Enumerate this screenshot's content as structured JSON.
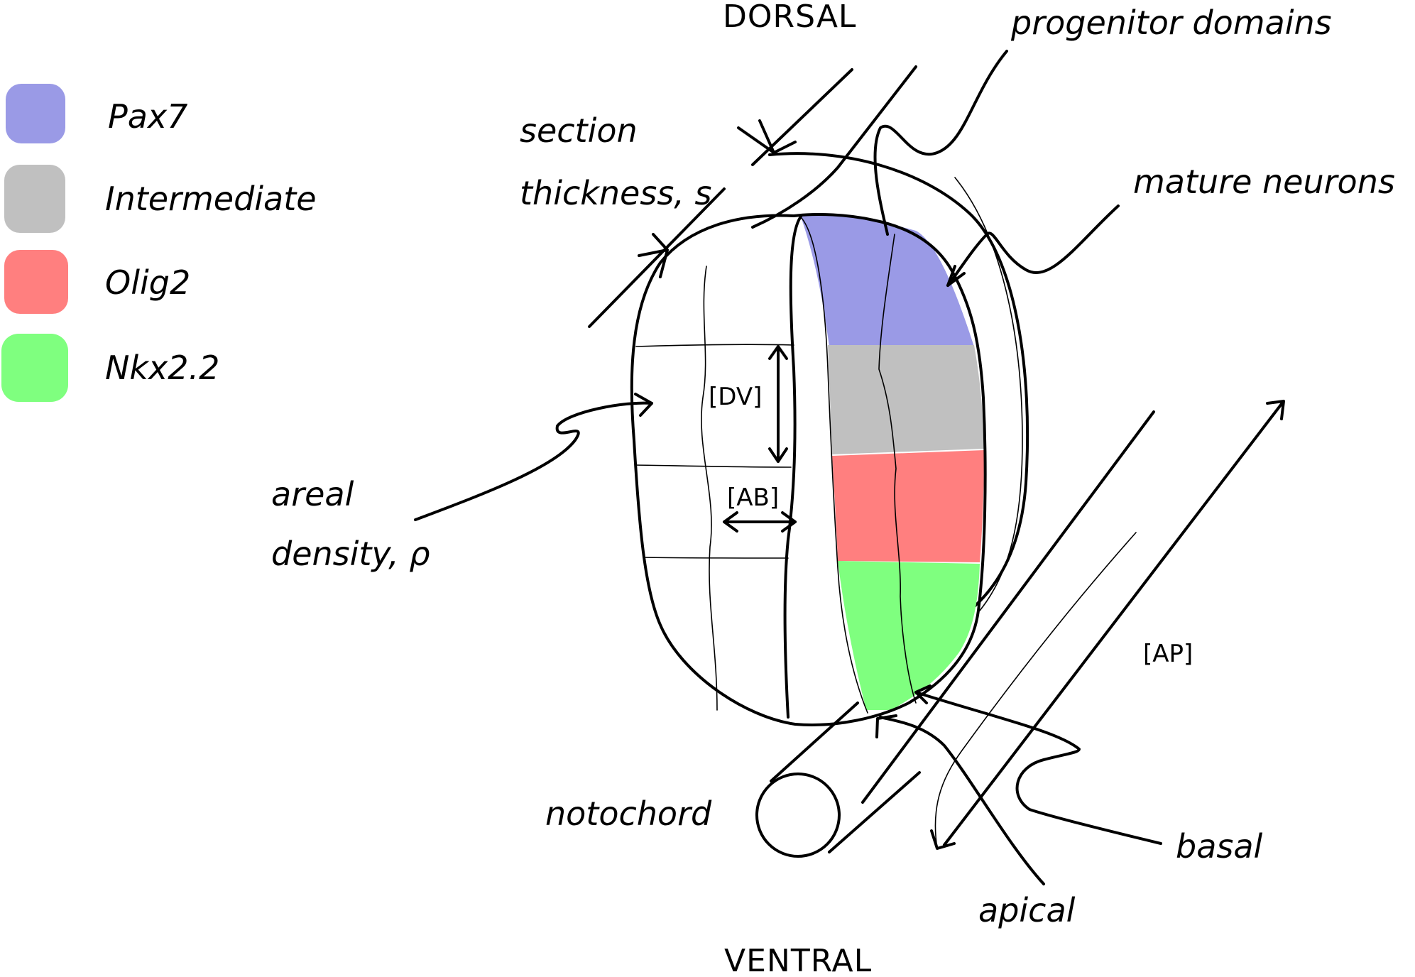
{
  "legend": {
    "items": [
      {
        "label": "Pax7",
        "color": "#9a9ae6"
      },
      {
        "label": "Intermediate",
        "color": "#c0c0c0"
      },
      {
        "label": "Olig2",
        "color": "#ff7f7f"
      },
      {
        "label": "Nkx2.2",
        "color": "#7fff7f"
      }
    ]
  },
  "labels": {
    "dorsal": "DORSAL",
    "ventral": "VENTRAL",
    "progenitor_domains": "progenitor domains",
    "mature_neurons": "mature neurons",
    "section_line1": "section",
    "section_line2": "thickness, s",
    "areal_line1": "areal",
    "areal_line2": "density, ρ",
    "dv": "[DV]",
    "ab": "[AB]",
    "ap": "[AP]",
    "notochord": "notochord",
    "basal": "basal",
    "apical": "apical"
  }
}
